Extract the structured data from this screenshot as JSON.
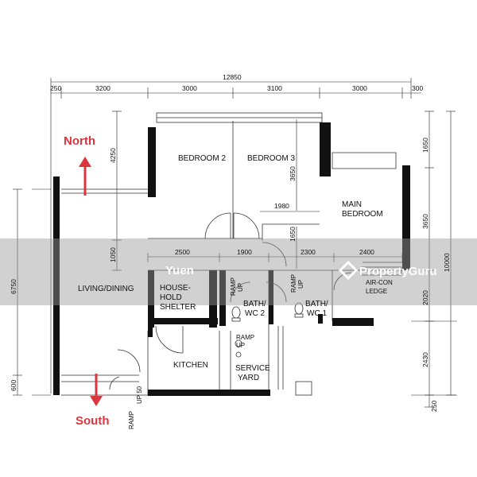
{
  "compass": {
    "north": "North",
    "south": "South",
    "color": "#d9363e"
  },
  "dimensions": {
    "top_total": "12850",
    "top_segments": [
      "250",
      "3200",
      "3000",
      "3100",
      "3000",
      "300"
    ],
    "middle_segments": [
      "2500",
      "1900",
      "2300",
      "2400"
    ],
    "left": [
      "4250",
      "6750",
      "1050",
      "600"
    ],
    "right": [
      "1650",
      "3650",
      "10000",
      "2020",
      "2430",
      "250"
    ],
    "inner_vertical": [
      "3650",
      "1650"
    ],
    "inner_horizontal": "1980"
  },
  "rooms": {
    "bedroom2": "BEDROOM 2",
    "bedroom3": "BEDROOM 3",
    "main_bedroom_line1": "MAIN",
    "main_bedroom_line2": "BEDROOM",
    "living_dining": "LIVING/DINING",
    "household_shelter_line1": "HOUSE-",
    "household_shelter_line2": "HOLD",
    "household_shelter_line3": "SHELTER",
    "kitchen": "KITCHEN",
    "service_yard_line1": "SERVICE",
    "service_yard_line2": "YARD",
    "bath2_line1": "BATH/",
    "bath2_line2": "WC 2",
    "bath1_line1": "BATH/",
    "bath1_line2": "WC 1",
    "aircon_line1": "AIR-CON",
    "aircon_line2": "LEDGE"
  },
  "ramps": {
    "ramp_up_1": "RAMP",
    "up_1": "UP",
    "ramp_up_2": "RAMP",
    "up_2": "UP",
    "ramp_up_3": "RAMP",
    "up_3": "UP",
    "ramp_up_50": "RAMP",
    "up_50": "UP 50"
  },
  "watermark": {
    "agent": "Yuen",
    "brand": "PropertyGuru"
  }
}
